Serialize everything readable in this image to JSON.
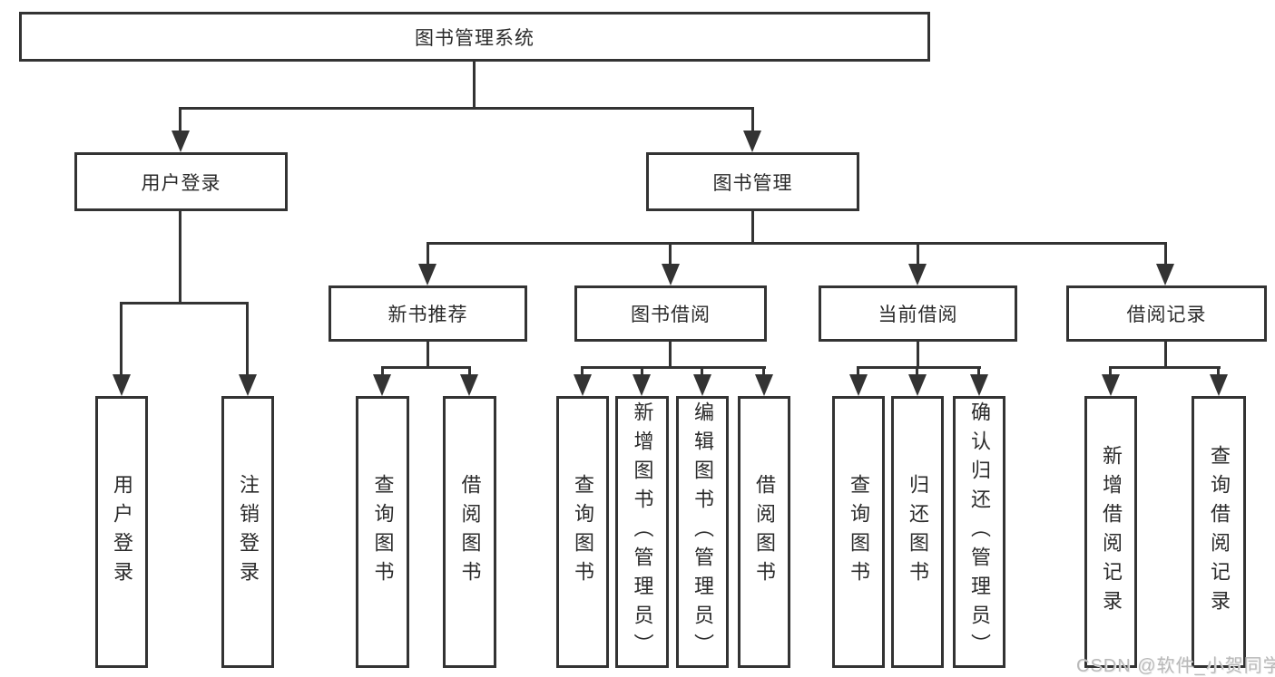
{
  "diagram": {
    "root": {
      "label": "图书管理系统"
    },
    "branches": [
      {
        "label": "用户登录",
        "children": [
          "用户登录",
          "注销登录"
        ]
      },
      {
        "label": "图书管理",
        "children": [
          {
            "label": "新书推荐",
            "children": [
              "查询图书",
              "借阅图书"
            ]
          },
          {
            "label": "图书借阅",
            "children": [
              "查询图书",
              "新增图书（管理员）",
              "编辑图书（管理员）",
              "借阅图书"
            ]
          },
          {
            "label": "当前借阅",
            "children": [
              "查询图书",
              "归还图书",
              "确认归还（管理员）"
            ]
          },
          {
            "label": "借阅记录",
            "children": [
              "新增借阅记录",
              "查询借阅记录"
            ]
          }
        ]
      }
    ]
  },
  "watermark": {
    "text": "CSDN @软件_小贺同学",
    "color": "#b9b9b9"
  },
  "colors": {
    "line": "#333333",
    "box_fill": "#ffffff",
    "text": "#2b2b2b"
  }
}
